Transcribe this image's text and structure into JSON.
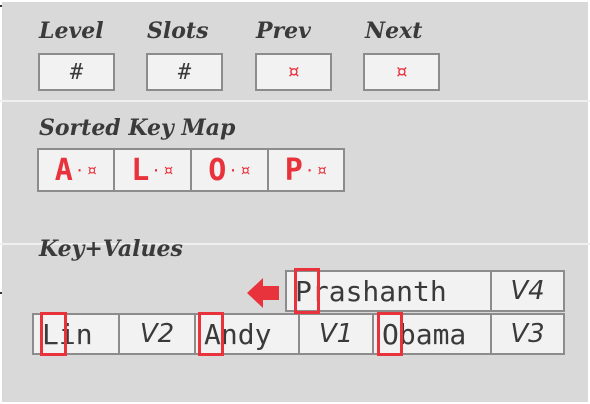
{
  "header": {
    "level_label": "Level",
    "slots_label": "Slots",
    "prev_label": "Prev",
    "next_label": "Next",
    "level_value": "#",
    "slots_value": "#",
    "prev_value": "¤",
    "next_value": "¤"
  },
  "keymap": {
    "title": "Sorted Key Map",
    "entries": [
      {
        "key": "A",
        "dot": "·",
        "ptr": "¤"
      },
      {
        "key": "L",
        "dot": "·",
        "ptr": "¤"
      },
      {
        "key": "O",
        "dot": "·",
        "ptr": "¤"
      },
      {
        "key": "P",
        "dot": "·",
        "ptr": "¤"
      }
    ]
  },
  "keyvalues": {
    "title": "Key+Values",
    "top_row": [
      {
        "key": "Prashanth",
        "value": "V4"
      }
    ],
    "bottom_row": [
      {
        "key": "Lin",
        "value": "V2"
      },
      {
        "key": "Andy",
        "value": "V1"
      },
      {
        "key": "Obama",
        "value": "V3"
      }
    ]
  },
  "colors": {
    "highlight": "#e8323c",
    "panel": "#d9d9d9",
    "cell": "#f2f2f2",
    "border": "#8c8c8c"
  },
  "icons": {
    "arrow": "left-arrow-icon"
  }
}
